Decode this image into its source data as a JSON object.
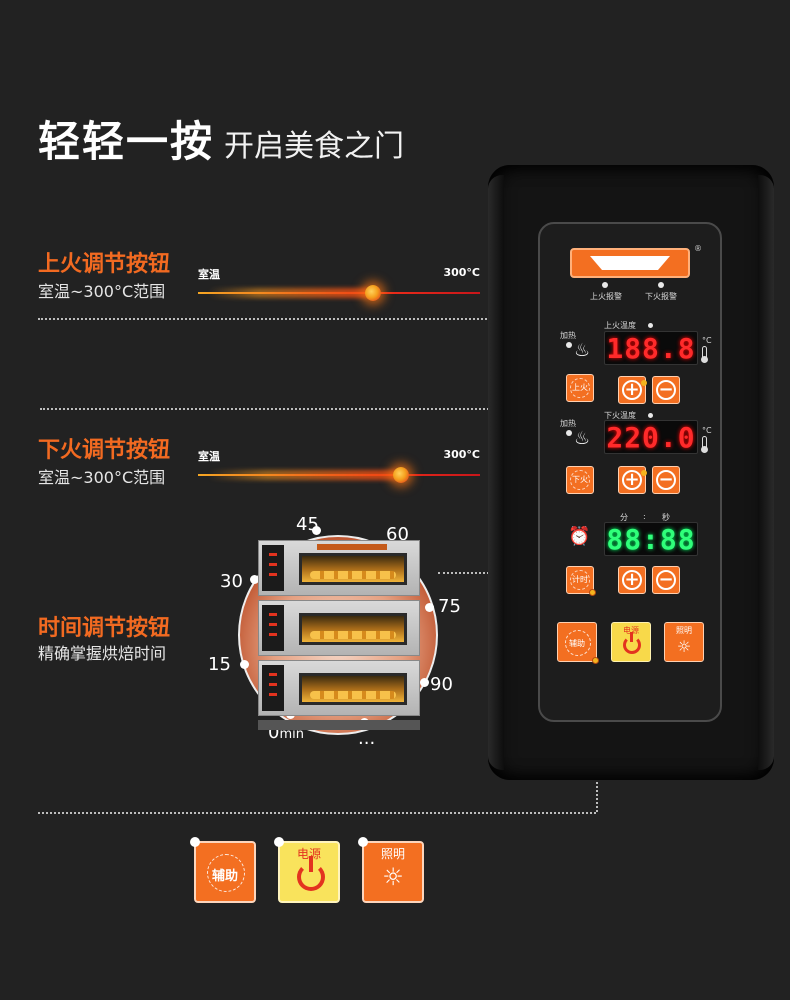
{
  "header": {
    "title_bold": "轻轻一按",
    "title_light": "开启美食之门"
  },
  "top_fire": {
    "title": "上火调节按钮",
    "desc": "室温~300°C范围",
    "min_label": "室温",
    "max_label": "300°C",
    "level": 0.62
  },
  "bottom_fire": {
    "title": "下火调节按钮",
    "desc": "室温~300°C范围",
    "min_label": "室温",
    "max_label": "300°C",
    "level": 0.72
  },
  "timer": {
    "title": "时间调节按钮",
    "desc": "精确掌握烘焙时间",
    "dial_labels": [
      "0",
      "min",
      "15",
      "30",
      "45",
      "60",
      "75",
      "90",
      "..."
    ]
  },
  "panel": {
    "registered_mark": "®",
    "top_alarm_label": "上火报警",
    "bottom_alarm_label": "下火报警",
    "heating_label": "加热",
    "top_temp_label": "上火温度",
    "bottom_temp_label": "下火温度",
    "celsius": "°C",
    "top_temp_display": "188.8",
    "bottom_temp_display": "220.0",
    "time_minute_label": "分",
    "time_separator": ":",
    "time_second_label": "秒",
    "time_display": "88:88",
    "top_fire_button": "上火",
    "bottom_fire_button": "下火",
    "timer_button": "计时",
    "plus": "+",
    "minus": "−",
    "aux_button": "辅助",
    "power_button": "电源",
    "light_button": "照明"
  },
  "enlarged_buttons": {
    "aux": "辅助",
    "power": "电源",
    "light": "照明"
  },
  "colors": {
    "accent_orange": "#f36f21",
    "power_yellow": "#f9e35c",
    "led_red": "#ff2a2a",
    "led_green": "#2fff7a"
  }
}
